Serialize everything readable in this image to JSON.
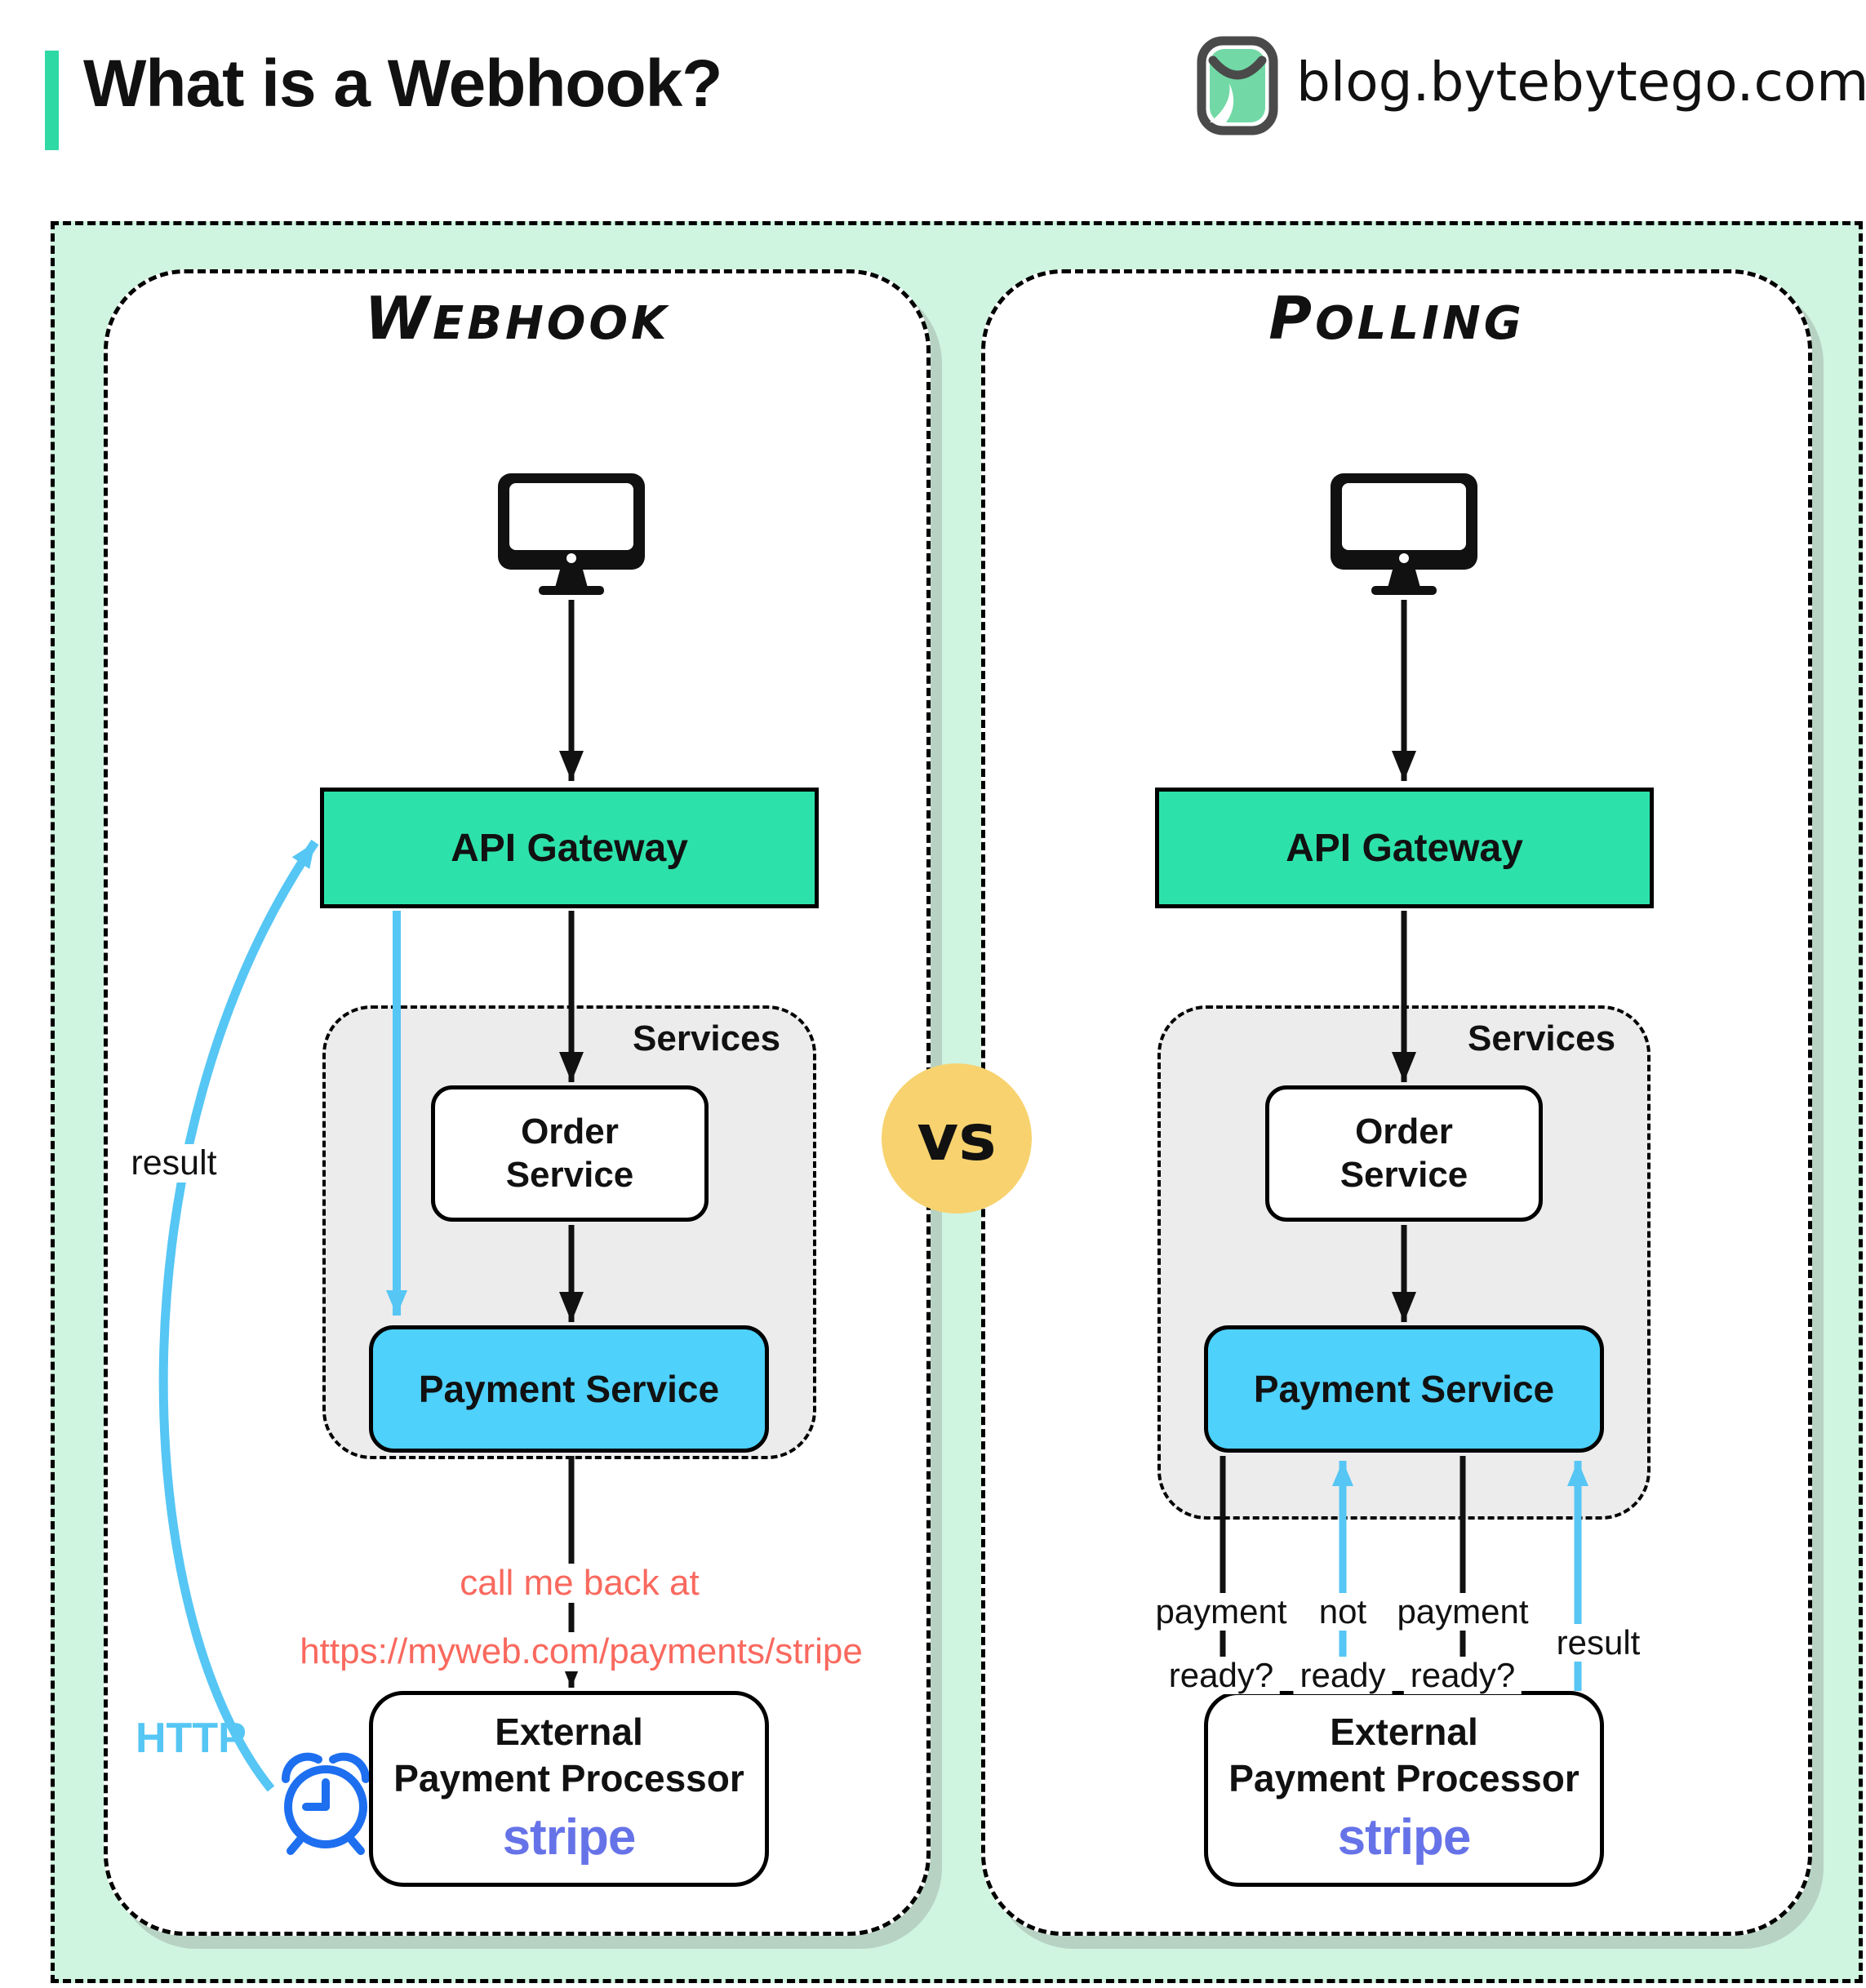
{
  "header": {
    "title": "What is a Webhook?",
    "site": "blog.bytebytego.com"
  },
  "vs_label": "vs",
  "colors": {
    "teal": "#2de2aa",
    "accent": "#2fd9a4",
    "mint": "#cff4df",
    "sky": "#4ed1fb",
    "arrow_blue": "#56c6f4",
    "alarm_blue": "#1d6ff0",
    "salmon": "#f9695e",
    "vs_yellow": "#f7d26e",
    "stripe_purple": "#6673e8",
    "services_gray": "#ececec",
    "ink": "#111111"
  },
  "webhook_panel": {
    "title": "Webhook",
    "client_icon": "computer-monitor",
    "api_gateway": "API Gateway",
    "services_label": "Services",
    "order_line1": "Order",
    "order_line2": "Service",
    "payment_service": "Payment Service",
    "external_line1": "External",
    "external_line2": "Payment Processor",
    "stripe_label": "stripe",
    "callback_line1": "call me back at",
    "callback_line2": "https://myweb.com/payments/stripe",
    "result_label": "result",
    "http_label": "HTTP"
  },
  "polling_panel": {
    "title": "Polling",
    "client_icon": "computer-monitor",
    "api_gateway": "API Gateway",
    "services_label": "Services",
    "order_line1": "Order",
    "order_line2": "Service",
    "payment_service": "Payment Service",
    "external_line1": "External",
    "external_line2": "Payment Processor",
    "stripe_label": "stripe",
    "arrow_labels": {
      "q1_line1": "payment",
      "q1_line2": "ready?",
      "a1_line1": "not",
      "a1_line2": "ready",
      "q2_line1": "payment",
      "q2_line2": "ready?",
      "result": "result"
    }
  }
}
